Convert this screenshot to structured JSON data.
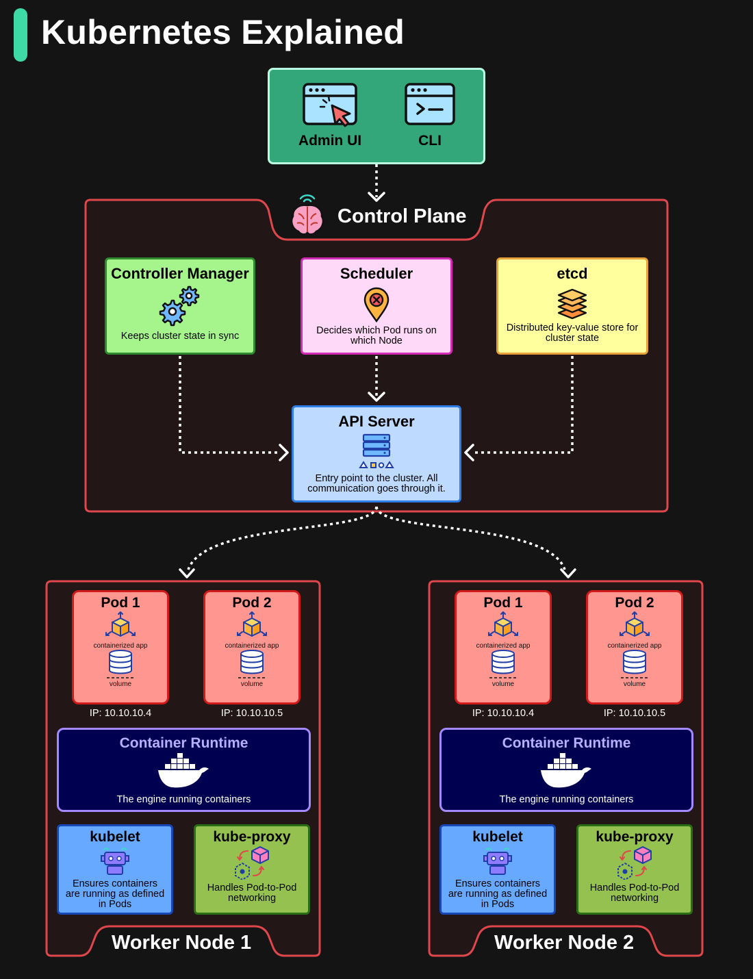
{
  "title": "Kubernetes Explained",
  "clients": {
    "admin_ui": "Admin UI",
    "cli": "CLI"
  },
  "control_plane": {
    "title": "Control Plane",
    "controller_manager": {
      "title": "Controller Manager",
      "desc": "Keeps cluster state in sync"
    },
    "scheduler": {
      "title": "Scheduler",
      "desc_line1": "Decides which Pod runs on",
      "desc_line2": "which Node"
    },
    "etcd": {
      "title": "etcd",
      "desc_line1": "Distributed key-value store for",
      "desc_line2": "cluster state"
    },
    "api_server": {
      "title": "API Server",
      "desc_line1": "Entry point to the cluster. All",
      "desc_line2": "communication goes through it."
    }
  },
  "worker_nodes": [
    {
      "title": "Worker Node 1",
      "pods": [
        {
          "title": "Pod 1",
          "app_label": "containerized app",
          "volume_label": "volume",
          "ip": "IP: 10.10.10.4"
        },
        {
          "title": "Pod 2",
          "app_label": "containerized app",
          "volume_label": "volume",
          "ip": "IP: 10.10.10.5"
        }
      ],
      "runtime": {
        "title": "Container Runtime",
        "desc": "The engine running containers"
      },
      "kubelet": {
        "title": "kubelet",
        "desc_line1": "Ensures containers",
        "desc_line2": "are running as defined",
        "desc_line3": "in Pods"
      },
      "kube_proxy": {
        "title": "kube-proxy",
        "desc_line1": "Handles Pod-to-Pod",
        "desc_line2": "networking"
      }
    },
    {
      "title": "Worker Node 2",
      "pods": [
        {
          "title": "Pod 1",
          "app_label": "containerized app",
          "volume_label": "volume",
          "ip": "IP: 10.10.10.4"
        },
        {
          "title": "Pod 2",
          "app_label": "containerized app",
          "volume_label": "volume",
          "ip": "IP: 10.10.10.5"
        }
      ],
      "runtime": {
        "title": "Container Runtime",
        "desc": "The engine running containers"
      },
      "kubelet": {
        "title": "kubelet",
        "desc_line1": "Ensures containers",
        "desc_line2": "are running as defined",
        "desc_line3": "in Pods"
      },
      "kube_proxy": {
        "title": "kube-proxy",
        "desc_line1": "Handles Pod-to-Pod",
        "desc_line2": "networking"
      }
    }
  ],
  "colors": {
    "accent": "#3fd9a6",
    "border_red": "#e0474c",
    "panel_bg": "#221617",
    "clients_bg": "#34a77a",
    "controller_bg": "#a6f58c",
    "scheduler_bg": "#ffd9f7",
    "etcd_bg": "#ffff9e",
    "api_bg": "#bfdaff",
    "pod_bg": "#ff968f",
    "runtime_bg": "#000050",
    "kubelet_bg": "#66a9ff",
    "kubeproxy_bg": "#94c150"
  }
}
